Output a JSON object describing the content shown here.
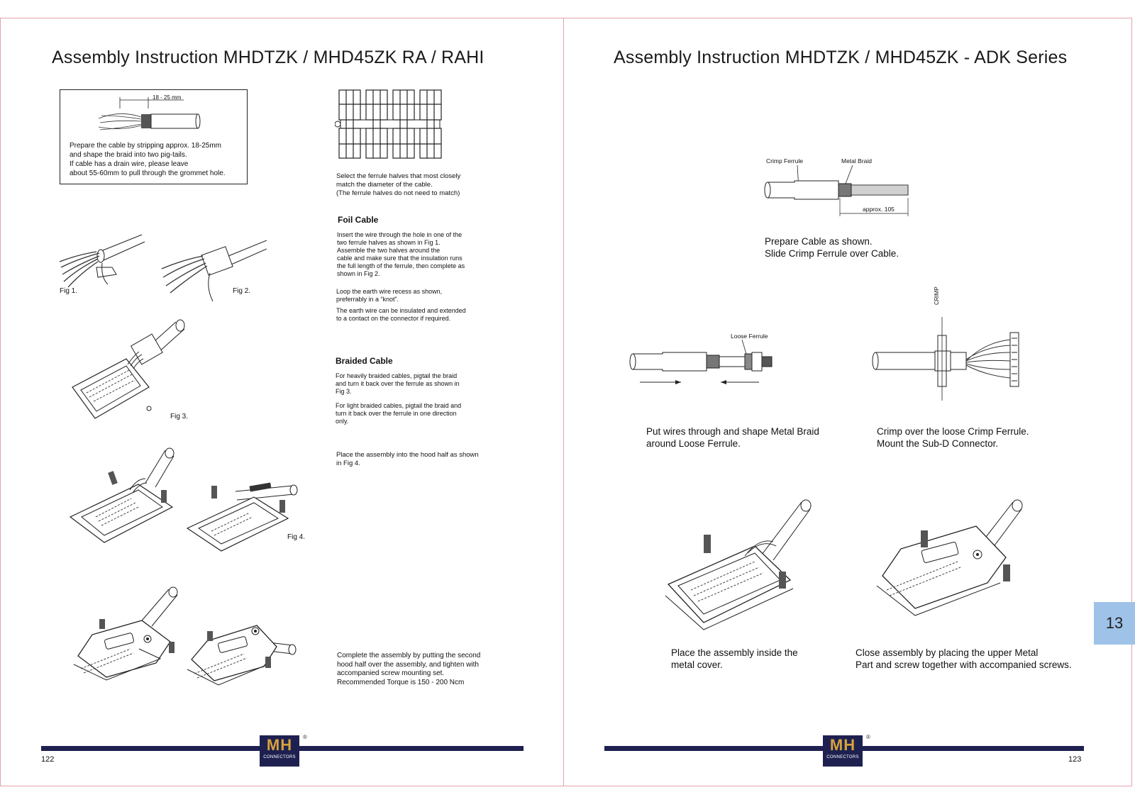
{
  "left": {
    "title": "Assembly Instruction MHDTZK / MHD45ZK RA / RAHI",
    "strip_dimension": "18 - 25 mm",
    "prepare_lines": [
      "Prepare the cable by stripping approx. 18-25mm",
      "and shape the braid into two pig-tails.",
      "If cable has a drain wire, please leave",
      "about 55-60mm to pull through the grommet hole."
    ],
    "ferrule_lines": [
      "Select the ferrule halves that most closely",
      "match the diameter of the cable.",
      "(The ferrule halves do not need to match)"
    ],
    "foil_heading": "Foil Cable",
    "foil_lines": [
      "Insert the wire through the hole in one of the",
      "two ferrule halves as shown in Fig 1.",
      "Assemble the two halves around the",
      "cable and make sure that the insulation runs",
      "the full length of the ferrule, then complete as",
      "shown in Fig 2."
    ],
    "loop_lines": [
      "Loop the earth wire recess as shown,",
      "preferrably in a “knot”."
    ],
    "earth_lines": [
      "The earth wire can be insulated and extended",
      "to a contact on the connector if required."
    ],
    "braided_heading": "Braided Cable",
    "heavy_lines": [
      "For heavily braided cables, pigtail the braid",
      "and turn it back over the ferrule as shown in",
      "Fig 3."
    ],
    "light_lines": [
      "For light braided cables, pigtail the braid and",
      "turn it back over the ferrule in one direction",
      "only."
    ],
    "hood_lines": [
      "Place the assembly into the hood half as shown",
      "in Fig 4."
    ],
    "complete_lines": [
      "Complete the assembly by putting the second",
      "hood half over the assembly, and tighten with",
      "accompanied screw mounting set.",
      "Recommended Torque is 150 -  200 Ncm"
    ],
    "fig1": "Fig 1.",
    "fig2": "Fig 2.",
    "fig3": "Fig 3.",
    "fig4": "Fig 4.",
    "page_number": "122"
  },
  "right": {
    "title": "Assembly Instruction MHDTZK / MHD45ZK - ADK Series",
    "crimp_ferrule_label": "Crimp Ferrule",
    "metal_braid_label": "Metal Braid",
    "approx_label": "approx. 105",
    "prepare_lines": [
      "Prepare Cable as shown.",
      "Slide Crimp Ferrule over Cable."
    ],
    "loose_ferrule_label": "Loose Ferrule",
    "crimp_label": "CRIMP",
    "put_wires_lines": [
      "Put wires through and shape Metal Braid",
      "around Loose Ferrule."
    ],
    "crimp_over_lines": [
      "Crimp over the loose Crimp Ferrule.",
      "Mount the Sub-D Connector."
    ],
    "place_lines": [
      "Place the assembly inside the",
      "metal cover."
    ],
    "close_lines": [
      "Close assembly by placing the upper Metal",
      "Part and screw together with accompanied screws."
    ],
    "page_number": "123"
  },
  "logo": {
    "mark": "MH",
    "sub": "CONNECTORS",
    "reg": "®"
  },
  "section_tab": "13",
  "colors": {
    "footer_bar": "#1e2150",
    "logo_gold": "#d7a23a",
    "tab": "#9fc2e8",
    "page_border": "#e2a3ad"
  }
}
